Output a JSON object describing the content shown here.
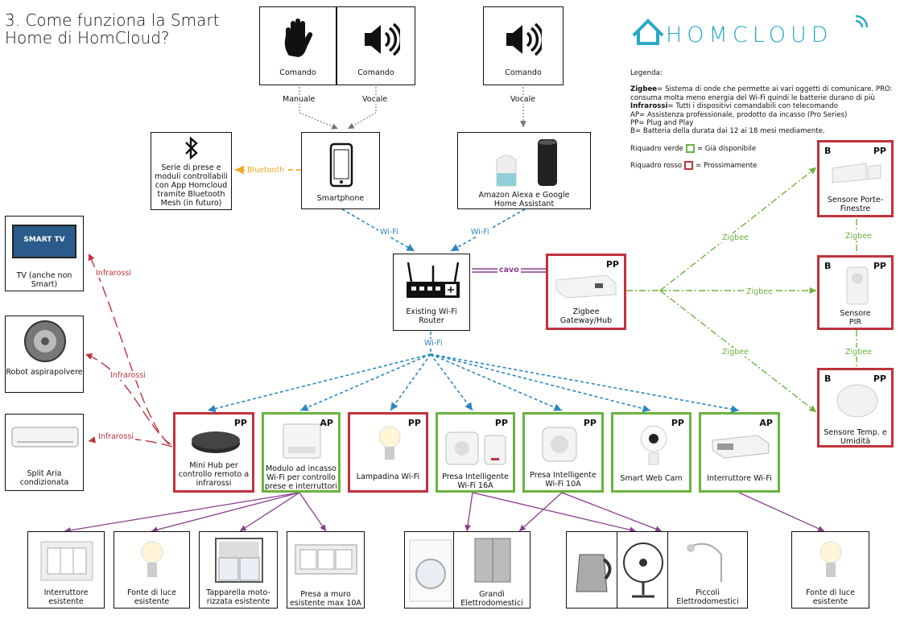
{
  "title": "3. Come funziona la Smart Home di HomCloud?",
  "brand": "HOMCLOUD",
  "legend": {
    "heading": "Legenda:",
    "zigbee_term": "Zigbee",
    "zigbee_def": "= Sistema di onde che permette ai vari oggetti di comunicare. PRO: consuma molta meno energia del Wi-Fi quindi le batterie durano di più",
    "ir_term": "Infrarossi",
    "ir_def": "= Tutti i dispositivi comandabili con telecomando",
    "ap_def": "AP= Assistenza professionale, prodotto da incasso (Pro Series)",
    "pp_def": "PP= Plug and Play",
    "b_def": "B= Batteria della durata dai 12 ai 18 mesi mediamente.",
    "green_label": "Riquadro verde",
    "green_text": "= Già disponibile",
    "red_label": "Riquadro rosso",
    "red_text": "= Prossimamente",
    "green_color": "#6bb33f",
    "red_color": "#c0323c"
  },
  "top": {
    "cmd1": "Comando",
    "cmd2": "Comando",
    "cmd3": "Comando",
    "manuale": "Manuale",
    "vocale1": "Vocale",
    "vocale2": "Vocale",
    "smartphone": "Smartphone",
    "assistant": "Amazon Alexa e Google Home Assistant",
    "bluetooth": "Bluetooth",
    "bt_box": "Serie di prese e moduli controllabili con App Homcloud tramite Bluetooth Mesh (in futuro)",
    "wifi1": "Wi-Fi",
    "wifi2": "Wi-Fi",
    "wifi3": "Wi-Fi",
    "router": "Existing Wi-Fi Router",
    "cavo": "cavo",
    "gateway": "Zigbee Gateway/Hub",
    "gateway_tag": "PP"
  },
  "zigbee": {
    "z1": "Zigbee",
    "z2": "Zigbee",
    "z3": "Zigbee",
    "z4": "Zigbee",
    "z5": "Zigbee",
    "s1": "Sensore Porte-Finestre",
    "s2": "Sensore PIR",
    "s3": "Sensore Temp. e Umidità",
    "b": "B",
    "pp": "PP"
  },
  "ir": {
    "tv": "TV (anche non Smart)",
    "tv_screen": "SMART TV",
    "robot": "Robot aspirapolvere",
    "split": "Split Aria condizionata",
    "ir1": "Infrarossi",
    "ir2": "Infrarossi",
    "ir3": "Infrarossi"
  },
  "devices": [
    {
      "label": "Mini Hub per controllo remoto a infrarossi",
      "tag": "PP"
    },
    {
      "label": "Modulo ad incasso Wi-Fi per controllo prese e interruttori",
      "tag": "AP"
    },
    {
      "label": "Lampadina Wi-Fi",
      "tag": "PP"
    },
    {
      "label": "Presa Intelligente Wi-Fi 16A",
      "tag": "PP"
    },
    {
      "label": "Presa Intelligente Wi-Fi 10A",
      "tag": "PP"
    },
    {
      "label": "Smart Web Cam",
      "tag": "PP"
    },
    {
      "label": "Interruttore Wi-Fi",
      "tag": "AP"
    }
  ],
  "bottom": {
    "b1": "Interruttore esistente",
    "b2": "Fonte di luce esistente",
    "b3": "Tapparella moto-rizzata esistente",
    "b4": "Presa a muro esistente max 10A",
    "b5": "Grandi Elettrodomestici",
    "b6": "Piccoli Elettrodomestici",
    "b7": "Fonte di luce esistente"
  }
}
